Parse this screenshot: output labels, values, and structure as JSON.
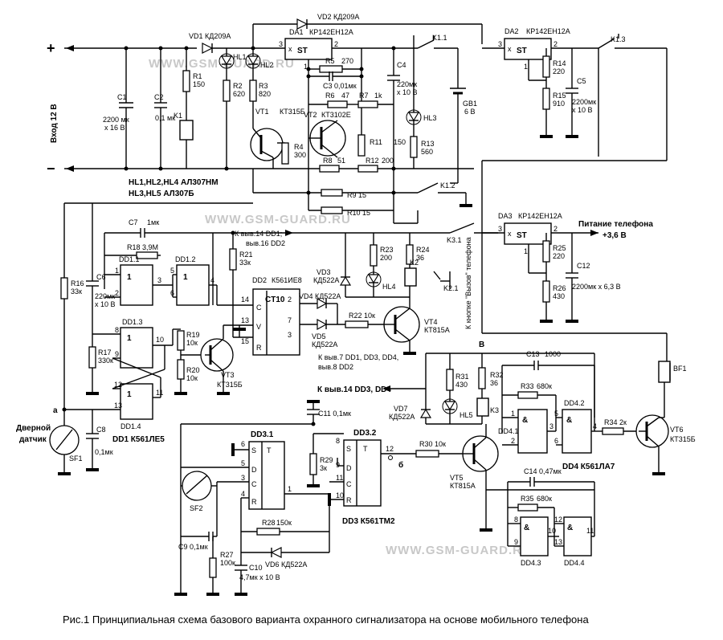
{
  "caption": "Рис.1  Принципиальная схема базового варианта охранного сигнализатора на основе мобильного телефона",
  "watermark": "WWW.GSM-GUARD.RU",
  "input": {
    "plus": "+",
    "minus": "−",
    "label": "Вход  12 В"
  },
  "vd1": "VD1 КД209А",
  "vd2": "VD2 КД209А",
  "hl1": "HL1",
  "hl2": "HL2",
  "hl3": "HL3",
  "hl4": "HL4",
  "hl5": "HL5",
  "c1": {
    "name": "C1",
    "v1": "2200 мк",
    "v2": "х 16 В"
  },
  "c2": {
    "name": "C2",
    "v1": "0,1 мк"
  },
  "r1": {
    "name": "R1",
    "v": "150"
  },
  "r2": {
    "name": "R2",
    "v": "620"
  },
  "r3": {
    "name": "R3",
    "v": "820"
  },
  "k1": "K1",
  "da1": {
    "name": "DA1",
    "part": "КР142ЕН12А",
    "st": "ST",
    "x": "x",
    "p3": "3",
    "p2": "2",
    "p1": "1"
  },
  "da2": {
    "name": "DA2",
    "part": "КР142ЕН12А",
    "st": "ST",
    "x": "x",
    "p3": "3",
    "p2": "2",
    "p1": "1"
  },
  "da3": {
    "name": "DA3",
    "part": "КР142ЕН12А",
    "st": "ST",
    "x": "x",
    "p3": "3",
    "p2": "2",
    "p1": "1"
  },
  "r5": {
    "name": "R5",
    "v": "270"
  },
  "c3": "C3  0,01мк",
  "r6": {
    "name": "R6",
    "v": "47"
  },
  "r7": {
    "name": "R7",
    "v": "1k"
  },
  "vt1": {
    "name": "VT1",
    "part": "КТ315Б"
  },
  "vt2": {
    "name": "VT2",
    "part": "КТ3102Е"
  },
  "r4": {
    "name": "R4",
    "v": "300"
  },
  "r11": {
    "name": "R11",
    "v": "150"
  },
  "r8": {
    "name": "R8",
    "v": "51"
  },
  "r12": {
    "name": "R12",
    "v": "200"
  },
  "r9": "R9 15",
  "r10": "R10 15",
  "k11": "K1.1",
  "k12": "K1.2",
  "k13": "K1.3",
  "c4": {
    "name": "C4",
    "v1": "220мк",
    "v2": "х 10 В"
  },
  "r13": {
    "name": "R13",
    "v": "560"
  },
  "gb1": {
    "name": "GB1",
    "v": "6 В"
  },
  "r14": {
    "name": "R14",
    "v": "220"
  },
  "r15": {
    "name": "R15",
    "v": "910"
  },
  "c5": {
    "name": "C5",
    "v1": "2200мк",
    "v2": "х 10 В"
  },
  "hl_note1": "HL1,HL2,HL4    АЛ307НМ",
  "hl_note2": "HL3,HL5  АЛ307Б",
  "c7": {
    "name": "C7",
    "v": "1мк"
  },
  "r18": "R18 3,9М",
  "dd11": "DD1.1",
  "dd12": "DD1.2",
  "dd13": "DD1.3",
  "dd14": "DD1.4",
  "dd1_note": "DD1  К561ЛЕ5",
  "r16": {
    "name": "R16",
    "v": "33к"
  },
  "c6": {
    "name": "C6",
    "v1": "220мк",
    "v2": "х 10 В"
  },
  "r17": {
    "name": "R17",
    "v": "330к"
  },
  "c8": {
    "name": "C8",
    "v": "0,1мк"
  },
  "sf1": "SF1",
  "sensor": {
    "l1": "Дверной",
    "l2": "датчик"
  },
  "node_a": "а",
  "node_b": "б",
  "node_v": "В",
  "r21": {
    "name": "R21",
    "v": "33к"
  },
  "dd2": {
    "name": "DD2",
    "part": "К561ИЕ8",
    "ct": "CT10",
    "c": "C",
    "vv": "V",
    "r": "R",
    "p14": "14",
    "p13": "13",
    "p15": "15",
    "p2": "2",
    "p7": "7",
    "p3": "3"
  },
  "r19": {
    "name": "R19",
    "v": "10к"
  },
  "r20": {
    "name": "R20",
    "v": "10к"
  },
  "vt3": {
    "name": "VT3",
    "part": "КТ315Б"
  },
  "k_ref1": "К выв.14 DD1;",
  "k_ref2": "выв.16 DD2",
  "vd3": {
    "name": "VD3",
    "part": "КД522А"
  },
  "vd4": "VD4  КД522А",
  "vd5": {
    "name": "VD5",
    "part": "КД522А"
  },
  "r22": "R22  10к",
  "r23": {
    "name": "R23",
    "v": "200"
  },
  "r24": {
    "name": "R24",
    "v": "36"
  },
  "k2": "K2",
  "k21": "K2.1",
  "k31": "K3.1",
  "vt4": {
    "name": "VT4",
    "part": "КТ815А"
  },
  "call_btn": "К кнопке \"Вызов\" телефона",
  "gnd_ref1": "К выв.7 DD1, DD3, DD4,",
  "gnd_ref2": "выв.8 DD2",
  "phone_pwr1": "Питание телефона",
  "phone_pwr2": "+3,6 В",
  "r25": {
    "name": "R25",
    "v": "220"
  },
  "r26": {
    "name": "R26",
    "v": "430"
  },
  "c12": {
    "name": "C12",
    "v": "2200мк х 6,3 В"
  },
  "c13": {
    "name": "C13",
    "v": "1000"
  },
  "r33": {
    "name": "R33",
    "v": "680к"
  },
  "dd41": "DD4.1",
  "dd42": "DD4.2",
  "dd43": "DD4.3",
  "dd44": "DD4.4",
  "dd4_note": "DD4  К561ЛА7",
  "r34": "R34  2к",
  "bf1": "BF1",
  "vt6": {
    "name": "VT6",
    "part": "КТ315Б"
  },
  "r31": {
    "name": "R31",
    "v": "430"
  },
  "r32": {
    "name": "R32",
    "v": "36"
  },
  "k3": "K3",
  "vd7": {
    "name": "VD7",
    "part": "КД522А"
  },
  "k_ref3": "К выв.14 DD3, DD4",
  "c11": "C11   0,1мк",
  "dd31": "DD3.1",
  "dd32": "DD3.2",
  "dd3_note": "DD3   К561ТМ2",
  "r29": {
    "name": "R29",
    "v": "3к"
  },
  "r30": "R30   10к",
  "vt5": {
    "name": "VT5",
    "part": "КТ815А"
  },
  "c14": "C14   0,47мк",
  "r35": {
    "name": "R35",
    "v": "680к"
  },
  "sf2": "SF2",
  "c9": "C9  0,1мк",
  "r28": {
    "name": "R28",
    "v": "150к"
  },
  "vd6": "VD6   КД522А",
  "r27": {
    "name": "R27",
    "v": "100к"
  },
  "c10": {
    "name": "C10",
    "v": "4,7мк х 10 В"
  },
  "trig": {
    "s": "S",
    "t": "T",
    "d": "D",
    "c": "C",
    "r": "R"
  },
  "one": "1",
  "amp": "&"
}
